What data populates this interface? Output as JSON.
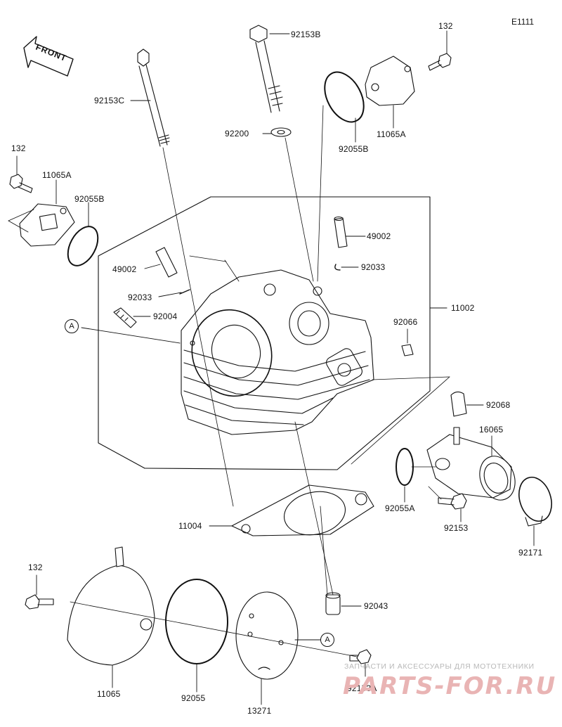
{
  "diagram": {
    "code": "E1111",
    "front_label": "FRONT",
    "callouts": [
      {
        "id": "c92153B",
        "text": "92153B"
      },
      {
        "id": "c132a",
        "text": "132"
      },
      {
        "id": "c92153C",
        "text": "92153C"
      },
      {
        "id": "c11065A_r",
        "text": "11065A"
      },
      {
        "id": "c92200",
        "text": "92200"
      },
      {
        "id": "c92055B_r",
        "text": "92055B"
      },
      {
        "id": "c132b",
        "text": "132"
      },
      {
        "id": "c11065A_l",
        "text": "11065A"
      },
      {
        "id": "c92055B_l",
        "text": "92055B"
      },
      {
        "id": "c49002_r",
        "text": "49002"
      },
      {
        "id": "c92033_r",
        "text": "92033"
      },
      {
        "id": "c49002_l",
        "text": "49002"
      },
      {
        "id": "c92033_l",
        "text": "92033"
      },
      {
        "id": "c11002",
        "text": "11002"
      },
      {
        "id": "c92004",
        "text": "92004"
      },
      {
        "id": "c92066",
        "text": "92066"
      },
      {
        "id": "c92068",
        "text": "92068"
      },
      {
        "id": "c16065",
        "text": "16065"
      },
      {
        "id": "c92055A",
        "text": "92055A"
      },
      {
        "id": "c92153",
        "text": "92153"
      },
      {
        "id": "c11004",
        "text": "11004"
      },
      {
        "id": "c92171",
        "text": "92171"
      },
      {
        "id": "c132c",
        "text": "132"
      },
      {
        "id": "c92043",
        "text": "92043"
      },
      {
        "id": "c11065",
        "text": "11065"
      },
      {
        "id": "c92055",
        "text": "92055"
      },
      {
        "id": "c13271",
        "text": "13271"
      },
      {
        "id": "c92153A",
        "text": "92153A"
      }
    ],
    "reference_marks": [
      {
        "id": "refA1",
        "text": "A"
      },
      {
        "id": "refA2",
        "text": "A"
      }
    ]
  },
  "watermark": {
    "caption": "ЗАПЧАСТИ И АКСЕССУАРЫ ДЛЯ МОТОТЕХНИКИ",
    "logo": "PARTS-FOR.RU"
  }
}
